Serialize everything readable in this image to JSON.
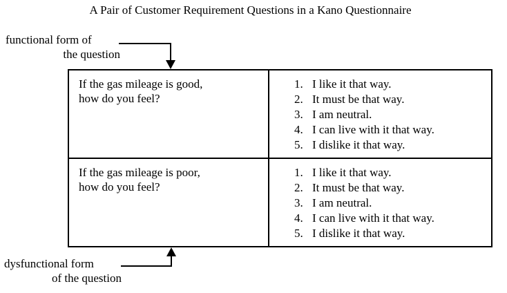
{
  "title": "A Pair of Customer Requirement Questions in a Kano Questionnaire",
  "annotations": {
    "functional": {
      "line_1": "functional form of",
      "line_2": "the question"
    },
    "dysfunctional": {
      "line_1": "dysfunctional form",
      "line_2": "of the question"
    }
  },
  "table": {
    "rows": [
      {
        "question": "If the gas mileage is good,\nhow do you feel?",
        "answers": [
          {
            "number": "1.",
            "text": "I like it that way."
          },
          {
            "number": "2.",
            "text": "It must be that way."
          },
          {
            "number": "3.",
            "text": "I am neutral."
          },
          {
            "number": "4.",
            "text": "I can live with it that way."
          },
          {
            "number": "5.",
            "text": "I dislike it that way."
          }
        ]
      },
      {
        "question": "If the gas mileage is poor,\nhow do you feel?",
        "answers": [
          {
            "number": "1.",
            "text": "I like it that way."
          },
          {
            "number": "2.",
            "text": "It must be that way."
          },
          {
            "number": "3.",
            "text": "I am neutral."
          },
          {
            "number": "4.",
            "text": "I can live with it that way."
          },
          {
            "number": "5.",
            "text": "I dislike it that way."
          }
        ]
      }
    ]
  },
  "colors": {
    "background": "#ffffff",
    "ink": "#000000",
    "border": "#000000"
  }
}
